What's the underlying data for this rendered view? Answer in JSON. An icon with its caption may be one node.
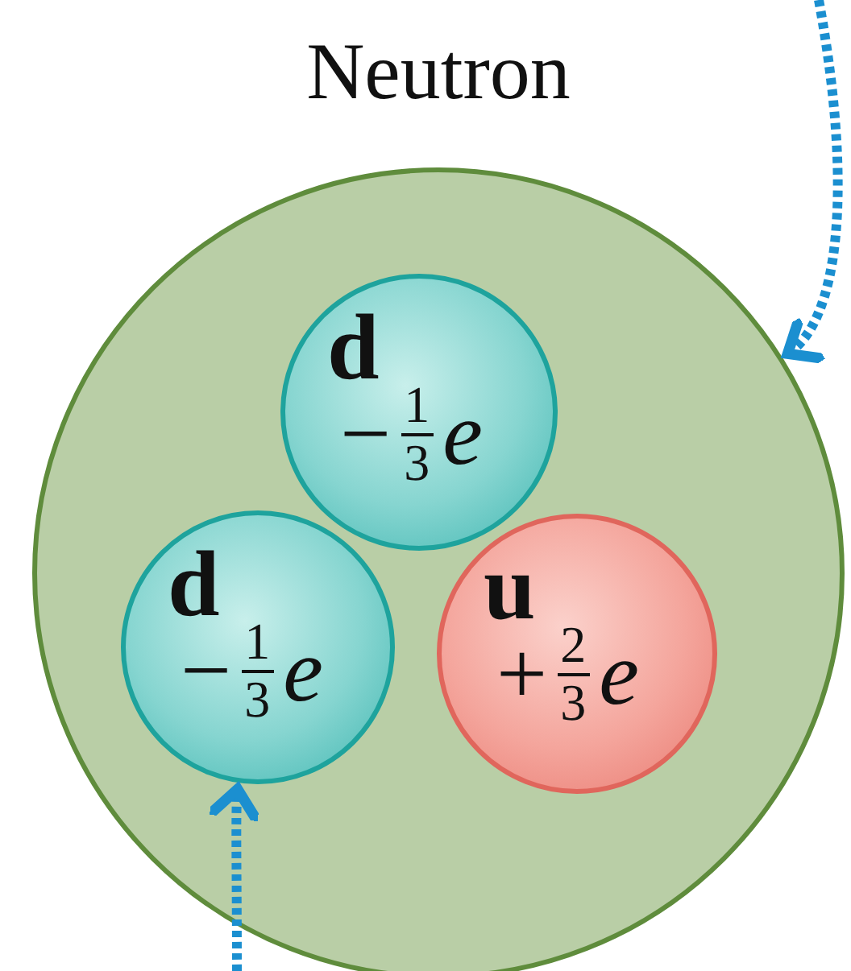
{
  "diagram": {
    "nodes": [
      {
        "text": [
          "Neutron"
        ]
      },
      {
        "text": [
          "d",
          "−",
          "1",
          "3",
          "e"
        ],
        "in": 0
      },
      {
        "text": [
          "d",
          "−",
          "1",
          "3",
          "e"
        ],
        "in": 0
      },
      {
        "text": [
          "u",
          "+",
          "2",
          "3",
          "e"
        ],
        "in": 0
      }
    ],
    "edges": [
      {
        "from": null,
        "to": 0,
        "arrow": "to",
        "style": "dashed"
      },
      {
        "from": null,
        "to": 2,
        "arrow": "to",
        "style": "dashed"
      }
    ]
  }
}
